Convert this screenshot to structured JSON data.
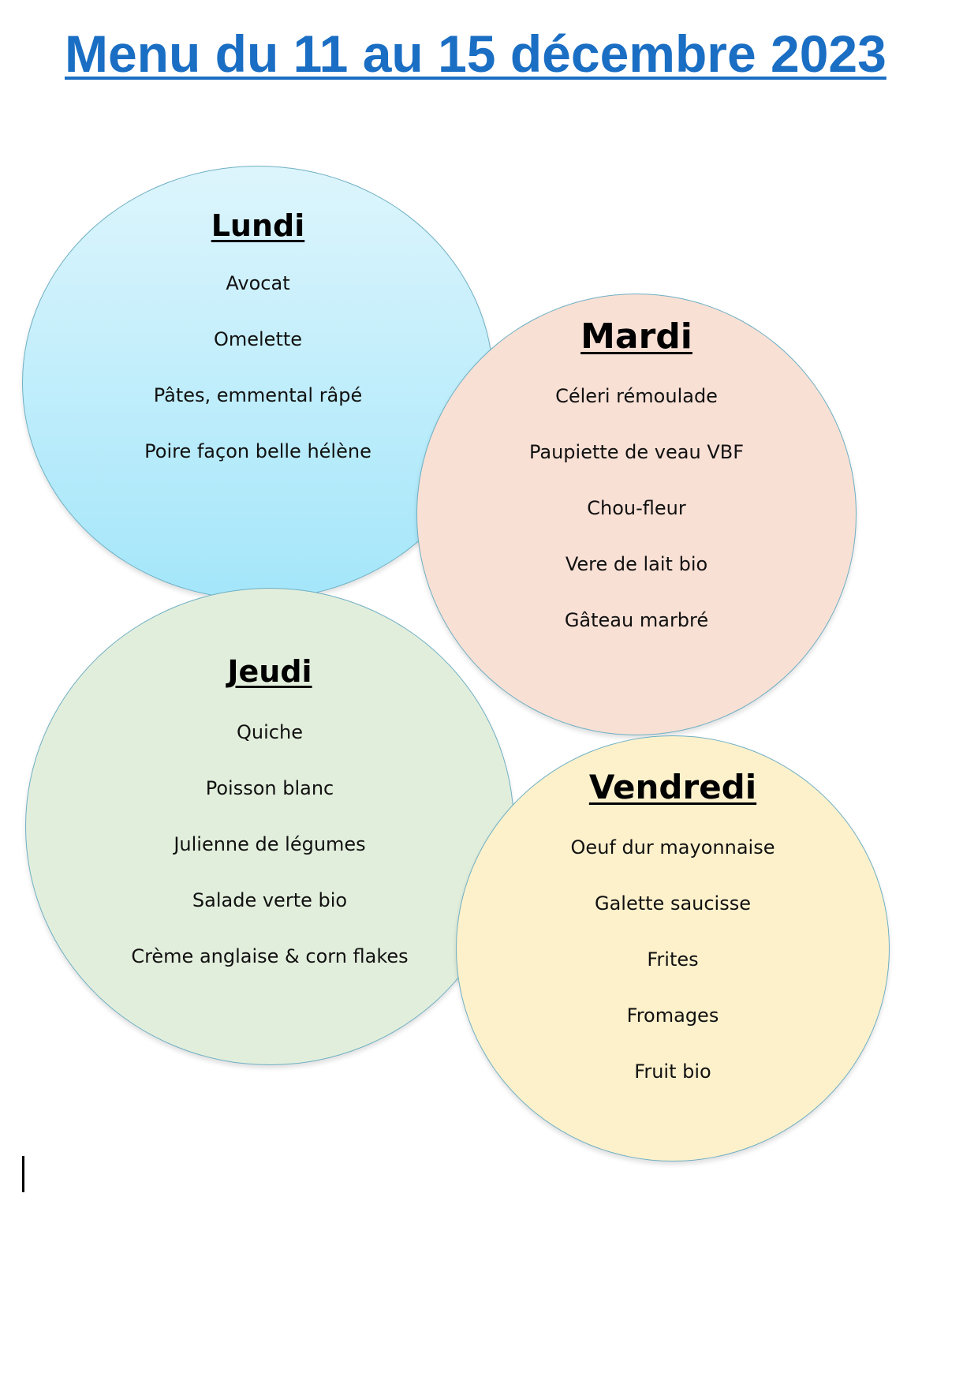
{
  "title": "Menu du 11 au 15 décembre 2023",
  "colors": {
    "title": "#1a6ec3",
    "lundi_top": "#ddf5fc",
    "lundi_bottom": "#a4e6fa",
    "mardi": "#f9e0d5",
    "jeudi": "#e2eedc",
    "vendredi": "#fdf1cc"
  },
  "days": {
    "lundi": {
      "name": "Lundi",
      "items": [
        "Avocat",
        "Omelette",
        "Pâtes, emmental râpé",
        "Poire façon belle hélène"
      ]
    },
    "mardi": {
      "name": "Mardi",
      "items": [
        "Céleri rémoulade",
        "Paupiette de veau VBF",
        "Chou-fleur",
        "Vere de lait bio",
        "Gâteau marbré"
      ]
    },
    "jeudi": {
      "name": "Jeudi",
      "items": [
        "Quiche",
        "Poisson blanc",
        "Julienne de légumes",
        "Salade verte bio",
        "Crème anglaise & corn flakes"
      ]
    },
    "vendredi": {
      "name": "Vendredi",
      "items": [
        "Oeuf dur mayonnaise",
        "Galette saucisse",
        "Frites",
        "Fromages",
        "Fruit bio"
      ]
    }
  }
}
